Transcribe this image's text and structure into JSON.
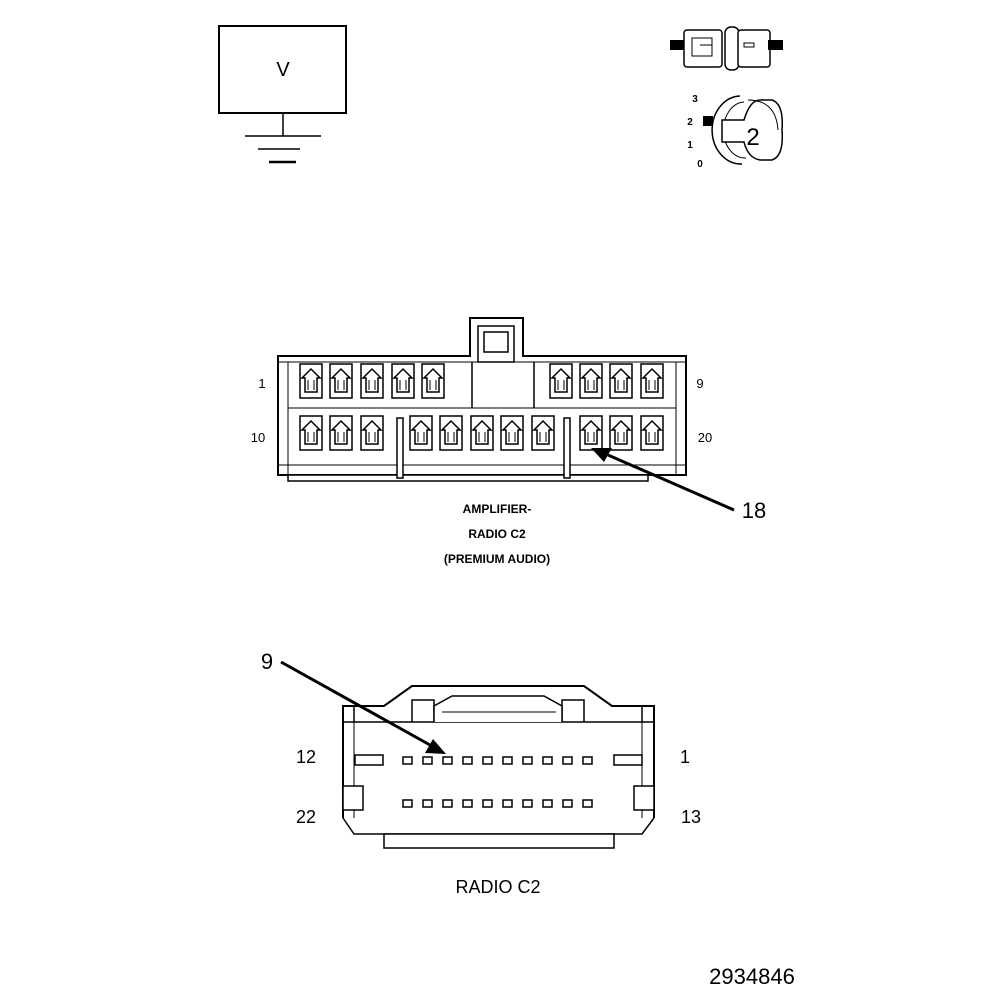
{
  "voltmeter": {
    "label": "V"
  },
  "ignition_switch": {
    "positions": [
      "3",
      "2",
      "1",
      "0"
    ],
    "selected": "2",
    "key_icon": "ignition-key-icon",
    "connector_icon": "connector-plug-icon"
  },
  "amplifier_connector": {
    "title_lines": [
      "AMPLIFIER-",
      "RADIO C2",
      "(PREMIUM AUDIO)"
    ],
    "pin_labels": {
      "top_left": "1",
      "top_right": "9",
      "bottom_left": "10",
      "bottom_right": "20"
    },
    "callout": "18"
  },
  "radio_connector": {
    "title": "RADIO C2",
    "pin_labels": {
      "top_left": "12",
      "top_right": "1",
      "bottom_left": "22",
      "bottom_right": "13"
    },
    "callout": "9"
  },
  "figure_number": "2934846"
}
